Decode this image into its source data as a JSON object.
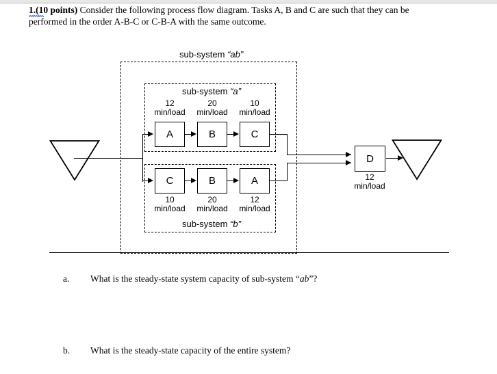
{
  "question": {
    "number": "1.",
    "points_label": "(10 points)",
    "prompt_line1": "Consider the following process flow diagram.  Tasks A, B and C are such that they can be",
    "prompt_line2": "performed in the order A-B-C or C-B-A with the same outcome."
  },
  "diagram": {
    "outer_label_prefix": "sub-system ",
    "outer_label_quoted": "“ab”",
    "subsystem_a": {
      "label_prefix": "sub-system ",
      "label_quoted": "“a”",
      "nodes": [
        {
          "name": "A",
          "rate_value": "12",
          "rate_unit": "min/load"
        },
        {
          "name": "B",
          "rate_value": "20",
          "rate_unit": "min/load"
        },
        {
          "name": "C",
          "rate_value": "10",
          "rate_unit": "min/load"
        }
      ]
    },
    "subsystem_b": {
      "label_prefix": "sub-system ",
      "label_quoted": "“b”",
      "nodes": [
        {
          "name": "C",
          "rate_value": "10",
          "rate_unit": "min/load"
        },
        {
          "name": "B",
          "rate_value": "20",
          "rate_unit": "min/load"
        },
        {
          "name": "A",
          "rate_value": "12",
          "rate_unit": "min/load"
        }
      ]
    },
    "final_node": {
      "name": "D",
      "rate_value": "12",
      "rate_unit": "min/load"
    },
    "input_buffer_icon": "inventory-triangle-icon",
    "output_buffer_icon": "inventory-triangle-icon"
  },
  "subquestions": [
    {
      "marker": "a.",
      "text_before": "What is the steady-state system capacity of sub-system “",
      "text_italic": "ab",
      "text_after": "”?"
    },
    {
      "marker": "b.",
      "text_before": "What is the steady-state capacity of the entire system?",
      "text_italic": "",
      "text_after": ""
    }
  ],
  "colors": {
    "ink": "#000000",
    "spellcheck_underline": "#3b5ecc",
    "top_bar": "#e8e8e8"
  }
}
